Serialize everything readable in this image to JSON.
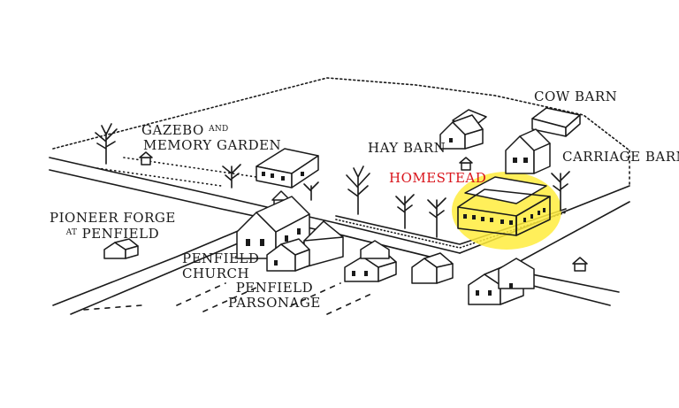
{
  "labels": {
    "cow_barn": "COW BARN",
    "gazebo_line1": "GAZEBO",
    "gazebo_and": "AND",
    "gazebo_line2": "MEMORY GARDEN",
    "hay_barn": "HAY BARN",
    "carriage_barn": "CARRIAGE BARN",
    "homestead": "HOMESTEAD",
    "forge_line1": "PIONEER FORGE",
    "forge_at": "AT",
    "forge_line2": "PENFIELD",
    "church_line1": "PENFIELD",
    "church_line2": "CHURCH",
    "parsonage_line1": "PENFIELD",
    "parsonage_line2": "PARSONAGE"
  },
  "colors": {
    "ink": "#1a1a1a",
    "highlight": "#ffec3d",
    "homestead_label": "#d9141b",
    "background": "#ffffff"
  },
  "icons": [
    "building",
    "tree",
    "gazebo",
    "road",
    "fence"
  ]
}
